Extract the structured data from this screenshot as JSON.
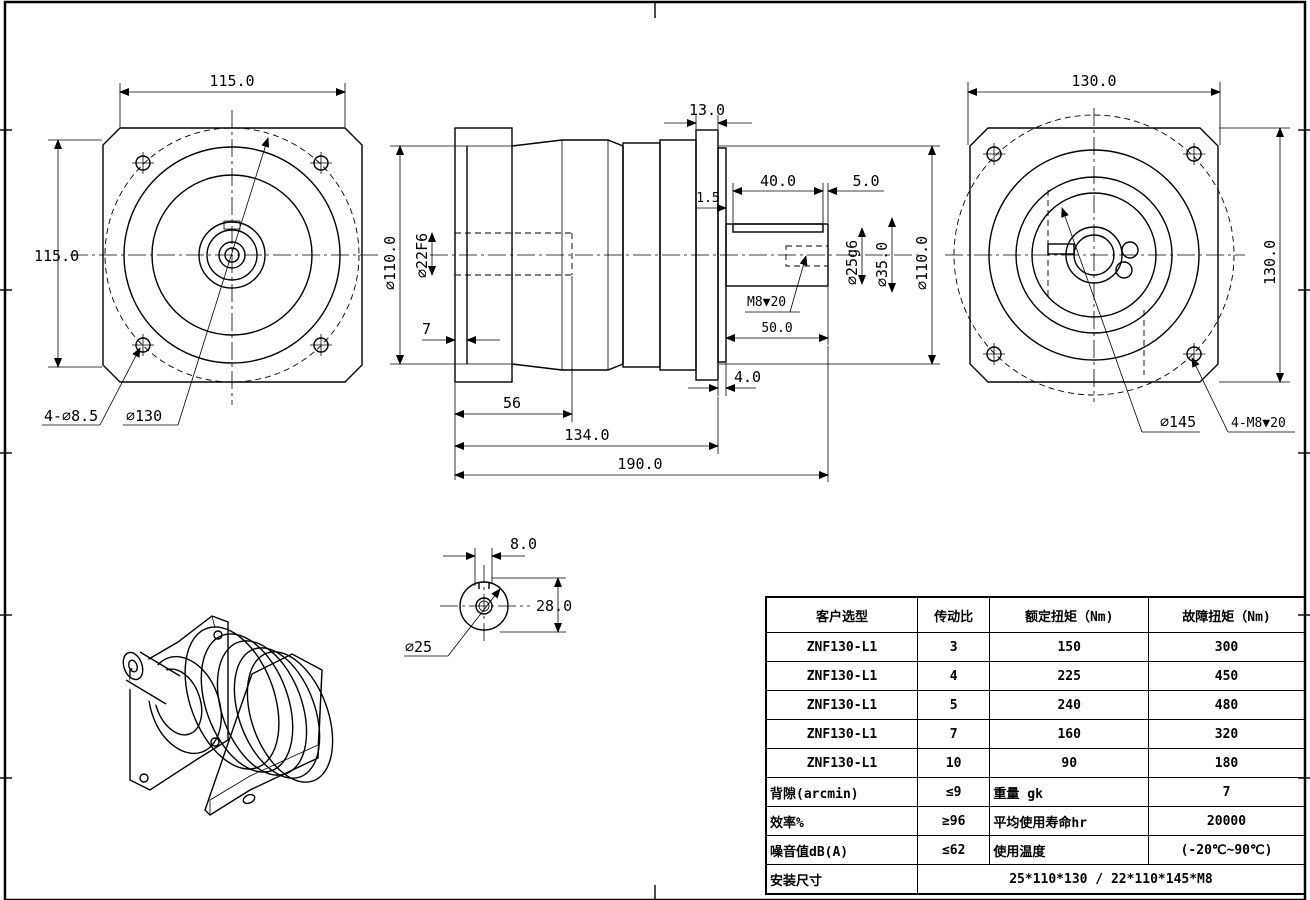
{
  "front_view": {
    "width_label": "115.0",
    "height_label": "115.0",
    "holes_label": "4-⌀8.5",
    "pcd_label": "⌀130"
  },
  "side_view": {
    "flange_thk": "13.0",
    "key_len": "40.0",
    "key_off": "5.0",
    "shoulder": "1.5",
    "bore_label": "⌀22F6",
    "body_dia": "⌀110.0",
    "shaft_dia": "⌀25g6",
    "boss_dia": "⌀35.0",
    "pilot_dia": "⌀110.0",
    "tap_label": "M8▼20",
    "shaft_len": "50.0",
    "spigot": "4.0",
    "input_step": "7",
    "input_depth": "56",
    "len_134": "134.0",
    "len_190": "190.0"
  },
  "flange_view": {
    "width_label": "130.0",
    "height_label": "130.0",
    "circle_label": "⌀145",
    "tap_label": "4-M8▼20"
  },
  "shaft_section": {
    "key_width": "8.0",
    "key_height": "28.0",
    "dia": "⌀25"
  },
  "spec_table": {
    "headers": [
      "客户选型",
      "传动比",
      "额定扭矩（Nm)",
      "故障扭矩（Nm)"
    ],
    "rows": [
      [
        "ZNF130-L1",
        "3",
        "150",
        "300"
      ],
      [
        "ZNF130-L1",
        "4",
        "225",
        "450"
      ],
      [
        "ZNF130-L1",
        "5",
        "240",
        "480"
      ],
      [
        "ZNF130-L1",
        "7",
        "160",
        "320"
      ],
      [
        "ZNF130-L1",
        "10",
        "90",
        "180"
      ]
    ],
    "backlash_label": "背隙(arcmin)",
    "backlash_value": "≤9",
    "weight_label": "重量 gk",
    "weight_value": "7",
    "efficiency_label": "效率%",
    "efficiency_value": "≥96",
    "life_label": "平均使用寿命hr",
    "life_value": "20000",
    "noise_label": "噪音值dB(A)",
    "noise_value": "≤62",
    "temp_label": "使用温度",
    "temp_value": "(-20℃~90℃)",
    "mount_label": "安装尺寸",
    "mount_value": "25*110*130 / 22*110*145*M8"
  }
}
